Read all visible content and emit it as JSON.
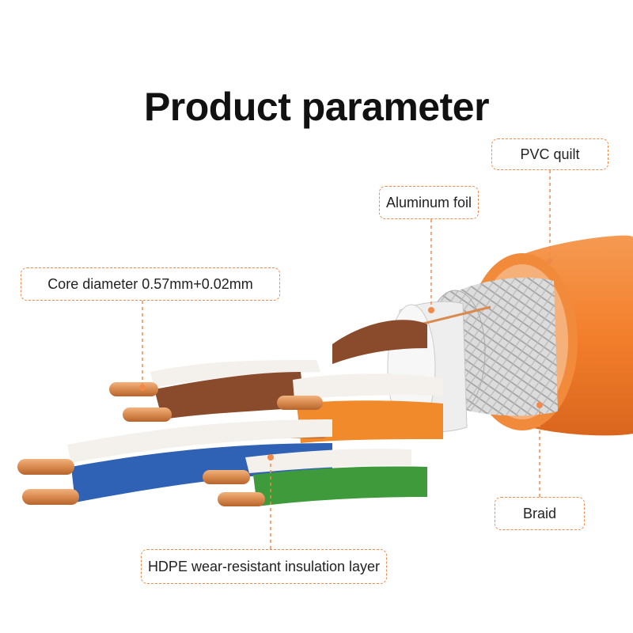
{
  "title": "Product parameter",
  "labels": {
    "pvc": "PVC quilt",
    "foil": "Aluminum foil",
    "core": "Core diameter 0.57mm+0.02mm",
    "braid": "Braid",
    "hdpe": "HDPE wear-resistant insulation layer"
  },
  "colors": {
    "jacket": "#f37f2c",
    "callout": "#f08a4b",
    "copper": "#d98a4e",
    "pair_brown": "#8a4b2c",
    "pair_blue": "#2f62b5",
    "pair_orange": "#f08a2a",
    "pair_green": "#3f9a3c"
  },
  "icons": [
    "cable-diagram-icon"
  ]
}
